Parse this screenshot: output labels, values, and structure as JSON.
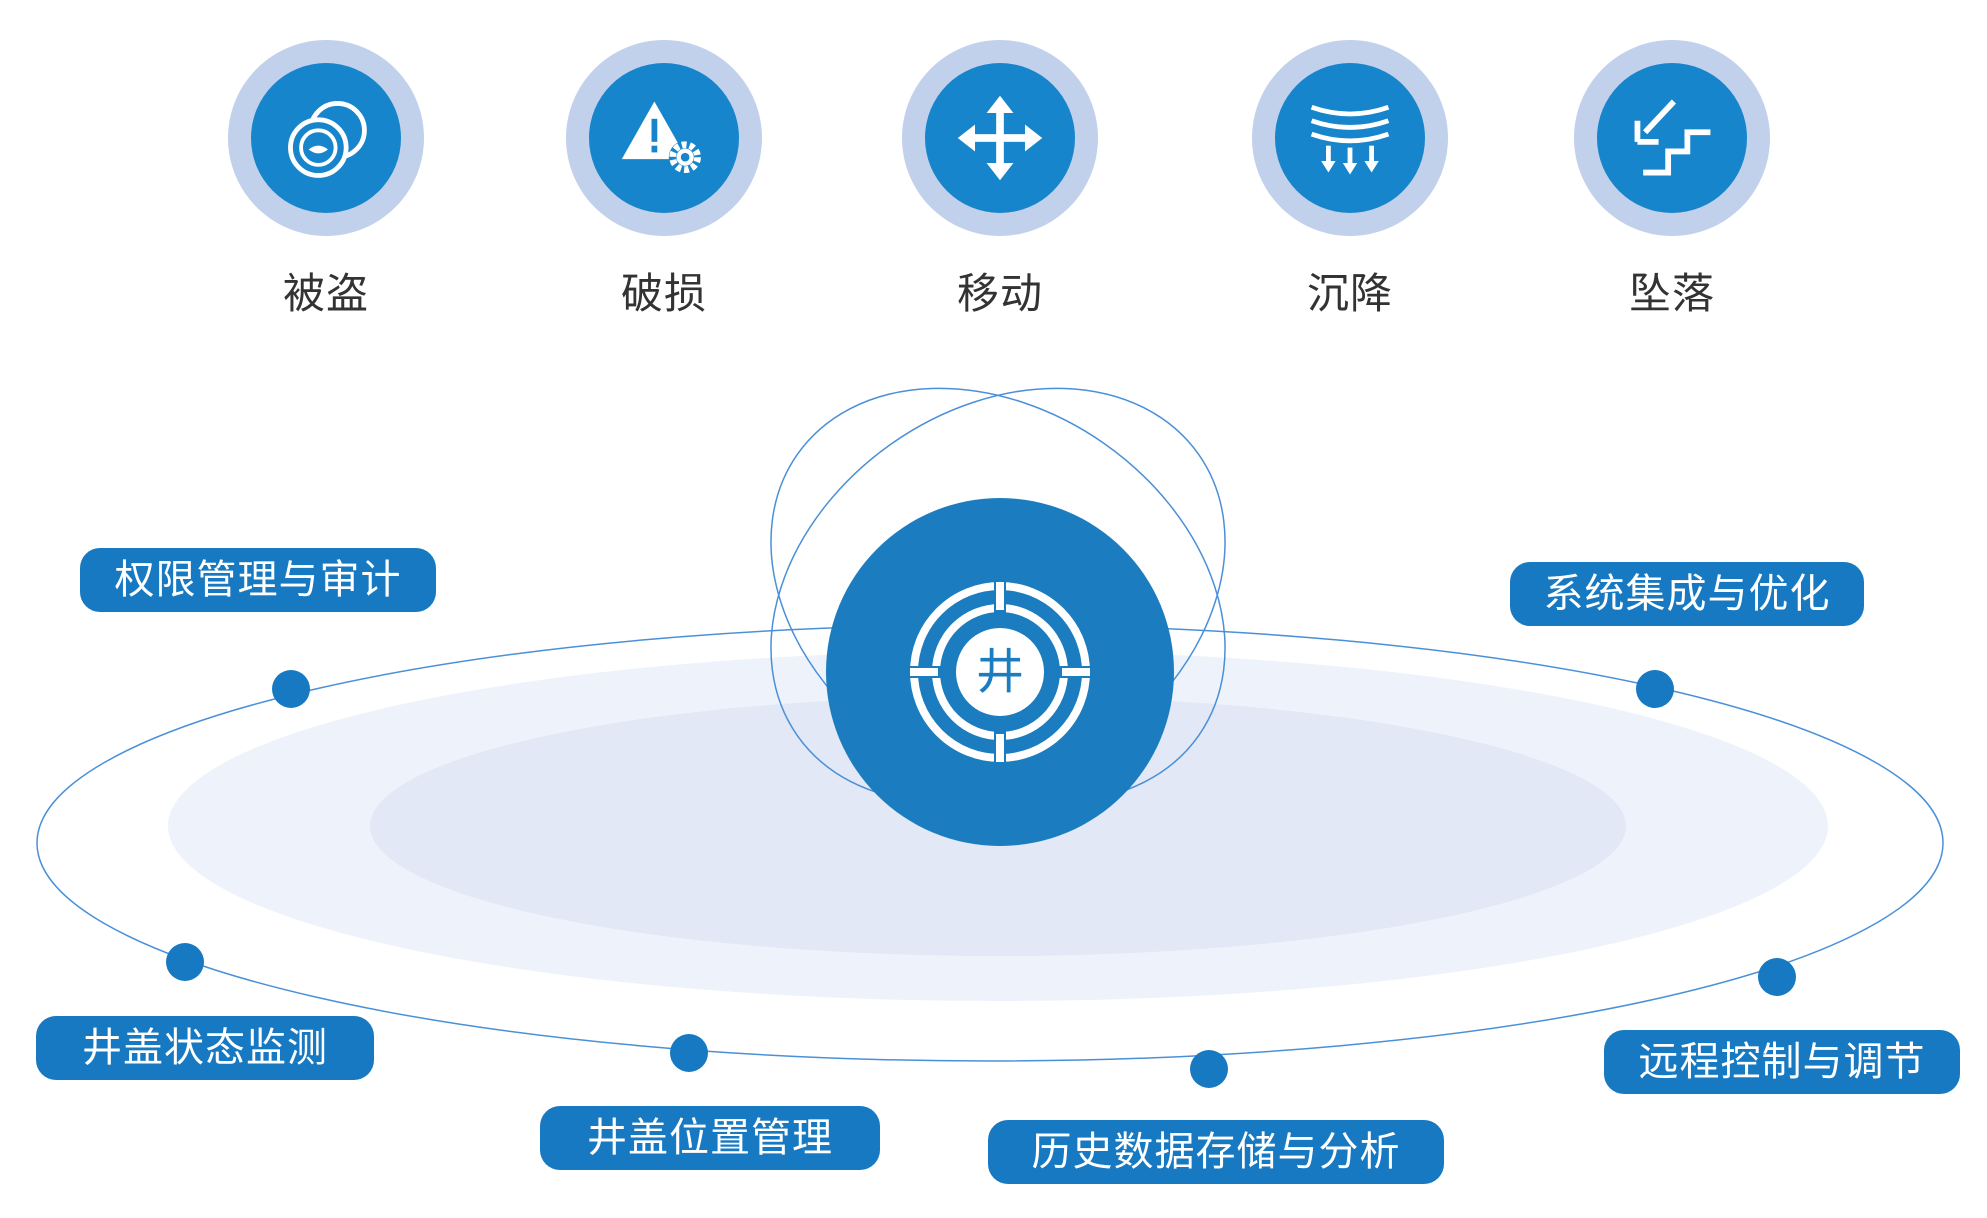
{
  "risks": [
    {
      "label": "被盗",
      "icon": "stolen-cover-icon"
    },
    {
      "label": "破损",
      "icon": "damage-warning-gear-icon"
    },
    {
      "label": "移动",
      "icon": "move-arrows-icon"
    },
    {
      "label": "沉降",
      "icon": "settlement-icon"
    },
    {
      "label": "坠落",
      "icon": "fall-stairs-icon"
    }
  ],
  "center": {
    "glyph": "井",
    "icon": "manhole-cover-icon"
  },
  "features": [
    {
      "label": "权限管理与审计"
    },
    {
      "label": "系统集成与优化"
    },
    {
      "label": "井盖状态监测"
    },
    {
      "label": "远程控制与调节"
    },
    {
      "label": "井盖位置管理"
    },
    {
      "label": "历史数据存储与分析"
    }
  ],
  "colors": {
    "primary": "#1779c2",
    "ring": "#c1d1eb",
    "orbit": "#4a90d9",
    "halo_outer": "#eef3fb",
    "halo_inner": "#e2e8f5",
    "text": "#333333"
  }
}
